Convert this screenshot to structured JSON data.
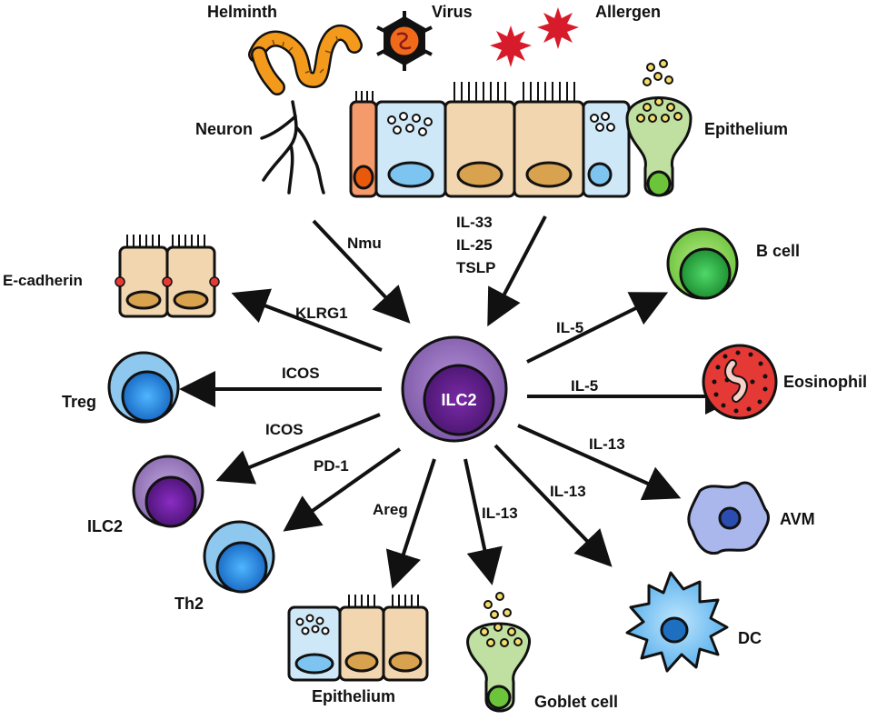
{
  "diagram": {
    "center": {
      "label": "ILC2"
    },
    "stimuli": {
      "helminth": "Helminth",
      "virus": "Virus",
      "allergen": "Allergen",
      "neuron": "Neuron",
      "epithelium_top": "Epithelium"
    },
    "inputs": {
      "nmu": "Nmu",
      "il33": "IL-33",
      "il25": "IL-25",
      "tslp": "TSLP"
    },
    "targets": {
      "ecadherin": "E-cadherin",
      "treg": "Treg",
      "ilc2": "ILC2",
      "th2": "Th2",
      "epithelium_bottom": "Epithelium",
      "goblet": "Goblet cell",
      "dc": "DC",
      "avm": "AVM",
      "eosinophil": "Eosinophil",
      "bcell": "B cell"
    },
    "edges": {
      "klrg1": "KLRG1",
      "icos_treg": "ICOS",
      "icos_ilc2": "ICOS",
      "pd1": "PD-1",
      "areg": "Areg",
      "il13_goblet": "IL-13",
      "il13_dc": "IL-13",
      "il13_avm": "IL-13",
      "il5_eos": "IL-5",
      "il5_bcell": "IL-5"
    }
  }
}
